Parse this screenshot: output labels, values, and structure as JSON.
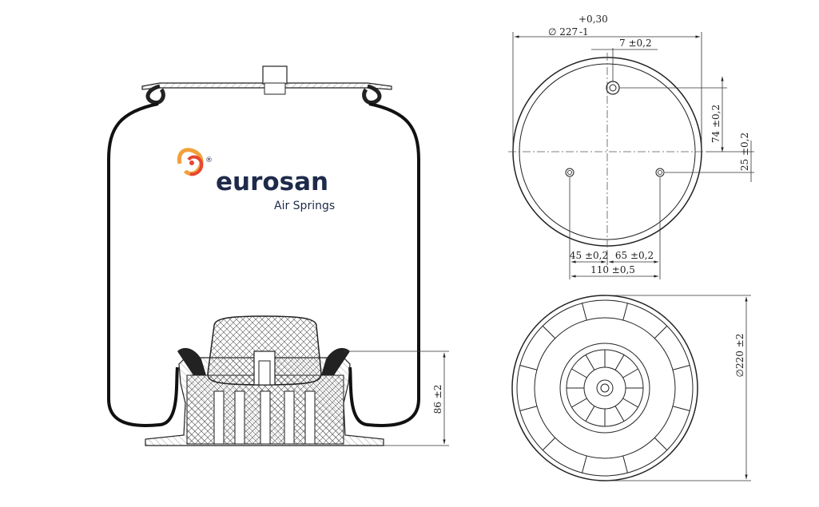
{
  "logo": {
    "brand": "eurosan",
    "registered": "®",
    "tagline": "Air Springs",
    "brand_color": "#1e2a4a",
    "mark_colors": [
      "#f2a03b",
      "#e8452f"
    ]
  },
  "dimensions": {
    "top_diameter": "227",
    "top_diameter_symbol": "∅",
    "top_tol_plus": "+0,30",
    "top_tol_minus": "-1",
    "stud_offset": "7 ±0,2",
    "stud_radial": "74 ±0,2",
    "bolt_radial": "25 ±0,2",
    "bolt_left": "45 ±0,2",
    "bolt_right": "65 ±0,2",
    "bolt_spacing": "110 ±0,5",
    "bottom_diameter": "∅220 ±2",
    "height": "86 ±2"
  },
  "colors": {
    "line": "#222222",
    "hatch": "#555555"
  }
}
